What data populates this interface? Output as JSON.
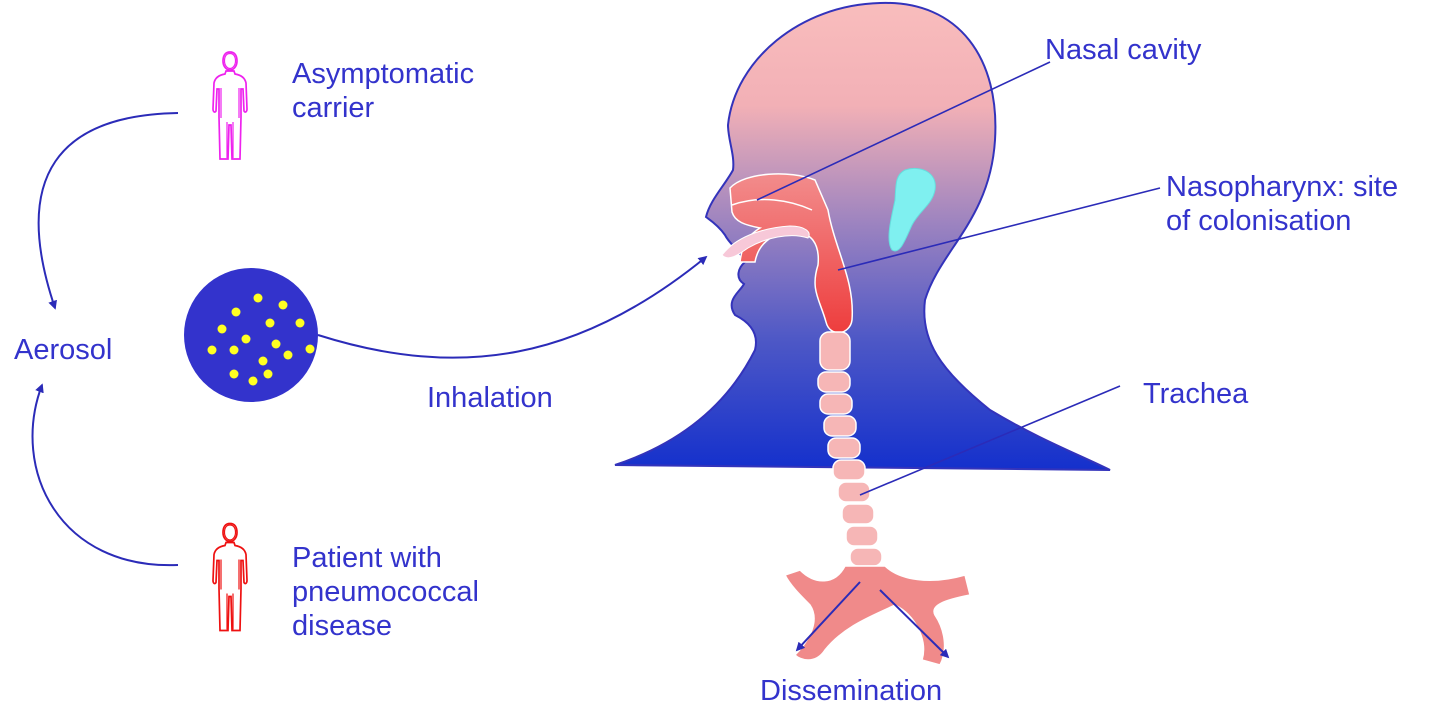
{
  "colors": {
    "text": "#3333cc",
    "line": "#2222aa",
    "carrier": "#ee22ee",
    "patient": "#ee1111",
    "aerosol_disc": "#3333cc",
    "particles": "#ffff00",
    "head_top": "#f9bcbc",
    "head_bottom": "#1a33cc",
    "airway": "#f06060",
    "trachea_rings": "#f6b6b6",
    "ear": "#7ff0f0"
  },
  "labels": {
    "carrier": [
      "Asymptomatic",
      "carrier"
    ],
    "patient": [
      "Patient with",
      "pneumococcal",
      "disease"
    ],
    "aerosol": "Aerosol",
    "inhalation": "Inhalation",
    "nasal_cavity": "Nasal cavity",
    "nasopharynx": [
      "Nasopharynx: site",
      "of colonisation"
    ],
    "trachea": "Trachea",
    "dissemination": "Dissemination"
  },
  "icons": {
    "carrier": "person-outline-icon",
    "patient": "person-outline-icon"
  }
}
